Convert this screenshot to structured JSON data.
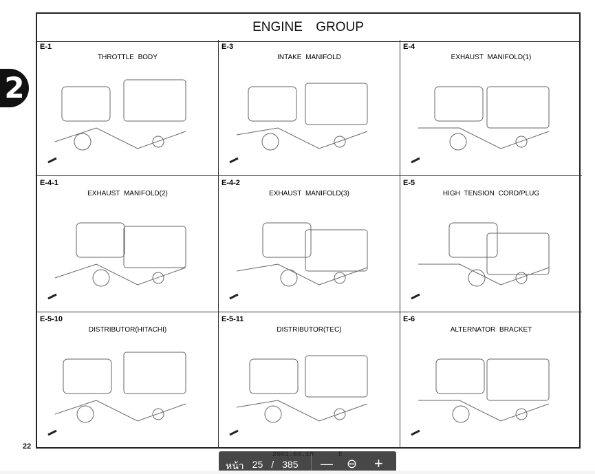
{
  "side_tab": "2",
  "page_number": "22",
  "group_title": "ENGINE GROUP",
  "sections": [
    {
      "code": "E-1",
      "title": "THROTTLE BODY"
    },
    {
      "code": "E-3",
      "title": "INTAKE MANIFOLD"
    },
    {
      "code": "E-4",
      "title": "EXHAUST MANIFOLD(1)"
    },
    {
      "code": "E-4-1",
      "title": "EXHAUST MANIFOLD(2)"
    },
    {
      "code": "E-4-2",
      "title": "EXHAUST MANIFOLD(3)"
    },
    {
      "code": "E-5",
      "title": "HIGH TENSION CORD/PLUG"
    },
    {
      "code": "E-5-10",
      "title": "DISTRIBUTOR(HITACHI)"
    },
    {
      "code": "E-5-11",
      "title": "DISTRIBUTOR(TEC)"
    },
    {
      "code": "E-6",
      "title": "ALTERNATOR BRACKET"
    }
  ],
  "footer_stamp": "2001.04.10 E",
  "toolbar": {
    "page_label": "หน้า",
    "current_page": "25",
    "separator": "/",
    "total_pages": "385",
    "zoom_out": "—",
    "zoom_reset": "⊖",
    "zoom_in": "+"
  }
}
